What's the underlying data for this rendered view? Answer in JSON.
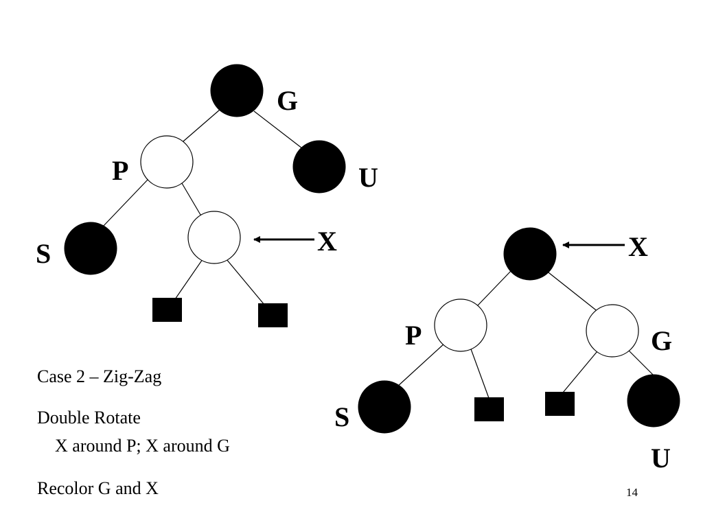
{
  "colors": {
    "black_node": "#000000",
    "red_node_fill": "#ffffff",
    "edge": "#000000"
  },
  "before_tree": {
    "label_g": "G",
    "label_u": "U",
    "label_p": "P",
    "label_s": "S",
    "label_x": "X"
  },
  "after_tree": {
    "label_x": "X",
    "label_p": "P",
    "label_g": "G",
    "label_s": "S",
    "label_u": "U"
  },
  "notes": {
    "case_title": "Case 2 – Zig-Zag",
    "rotate_title": "Double Rotate",
    "rotate_detail": "X around P; X around G",
    "recolor": "Recolor G and X"
  },
  "page_number": "14"
}
